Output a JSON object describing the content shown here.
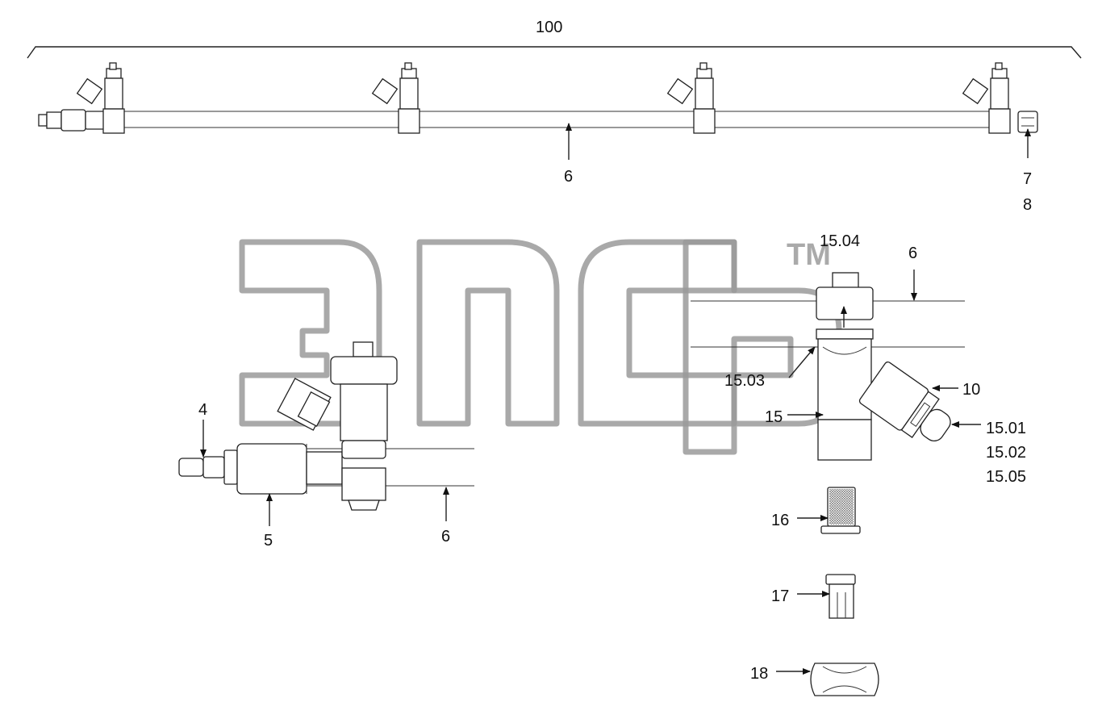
{
  "diagram": {
    "assembly_label": "100",
    "labels": {
      "top_pipe": "6",
      "top_cap_a": "7",
      "top_cap_b": "8",
      "hose_barb": "4",
      "coupler": "5",
      "detail_pipe_left": "6",
      "detail_pipe_right": "6",
      "part_15_04": "15.04",
      "part_15_03": "15.03",
      "part_15": "15",
      "part_10": "10",
      "part_15_01": "15.01",
      "part_15_02": "15.02",
      "part_15_05": "15.05",
      "part_16": "16",
      "part_17": "17",
      "part_18": "18"
    },
    "watermark_tm": "TM"
  }
}
